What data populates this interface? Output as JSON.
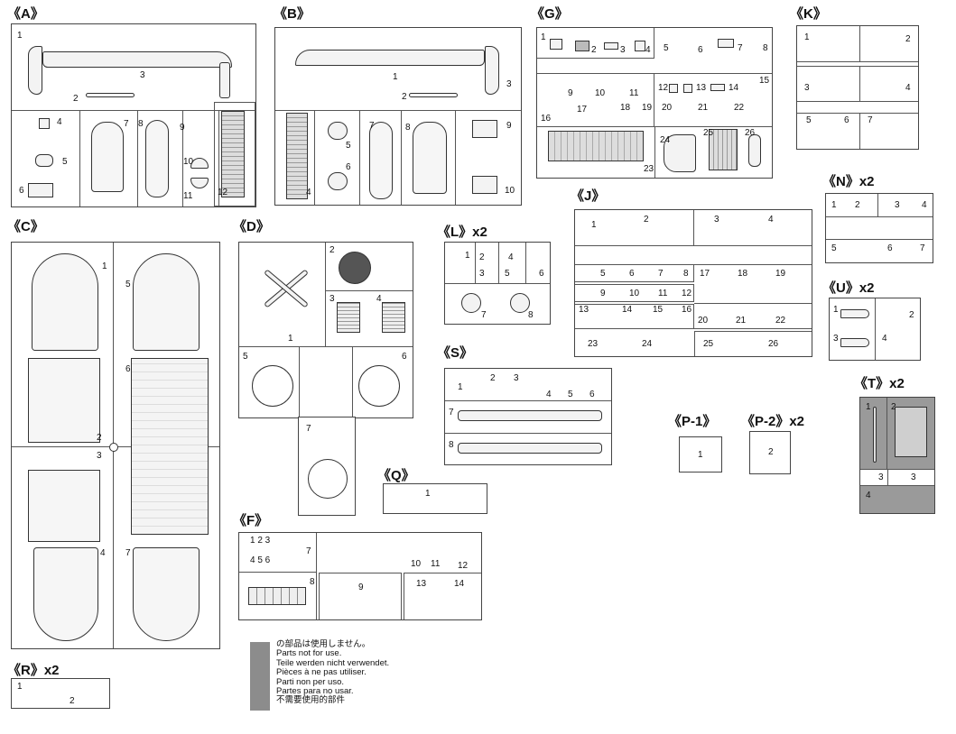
{
  "sprues": [
    {
      "id": "A",
      "label": "《A》",
      "numbers": [
        "1",
        "2",
        "3",
        "4",
        "5",
        "6",
        "7",
        "8",
        "9",
        "10",
        "11",
        "12"
      ]
    },
    {
      "id": "B",
      "label": "《B》",
      "numbers": [
        "1",
        "2",
        "3",
        "4",
        "5",
        "6",
        "7",
        "8",
        "9",
        "10"
      ]
    },
    {
      "id": "G",
      "label": "《G》",
      "numbers": [
        "1",
        "2",
        "3",
        "4",
        "5",
        "6",
        "7",
        "8",
        "9",
        "10",
        "11",
        "12",
        "13",
        "14",
        "15",
        "16",
        "17",
        "18",
        "19",
        "20",
        "21",
        "22",
        "23",
        "24",
        "25",
        "26"
      ]
    },
    {
      "id": "K",
      "label": "《K》",
      "numbers": [
        "1",
        "2",
        "3",
        "4",
        "5",
        "6",
        "7"
      ]
    },
    {
      "id": "C",
      "label": "《C》",
      "numbers": [
        "1",
        "2",
        "3",
        "4",
        "5",
        "6",
        "7"
      ]
    },
    {
      "id": "D",
      "label": "《D》",
      "numbers": [
        "1",
        "2",
        "3",
        "4",
        "5",
        "6",
        "7"
      ]
    },
    {
      "id": "L",
      "label": "《L》x2",
      "numbers": [
        "1",
        "2",
        "3",
        "4",
        "5",
        "6",
        "7",
        "8"
      ]
    },
    {
      "id": "J",
      "label": "《J》",
      "numbers": [
        "1",
        "2",
        "3",
        "4",
        "5",
        "6",
        "7",
        "8",
        "9",
        "10",
        "11",
        "12",
        "13",
        "14",
        "15",
        "16",
        "17",
        "18",
        "19",
        "20",
        "21",
        "22",
        "23",
        "24",
        "25",
        "26"
      ]
    },
    {
      "id": "N",
      "label": "《N》x2",
      "numbers": [
        "1",
        "2",
        "3",
        "4",
        "5",
        "6",
        "7"
      ]
    },
    {
      "id": "U",
      "label": "《U》x2",
      "numbers": [
        "1",
        "2",
        "3",
        "4"
      ]
    },
    {
      "id": "S",
      "label": "《S》",
      "numbers": [
        "1",
        "2",
        "3",
        "4",
        "5",
        "6",
        "7",
        "8"
      ]
    },
    {
      "id": "T",
      "label": "《T》x2",
      "numbers": [
        "1",
        "2",
        "3",
        "3",
        "4"
      ]
    },
    {
      "id": "P1",
      "label": "《P-1》",
      "numbers": [
        "1"
      ]
    },
    {
      "id": "P2",
      "label": "《P-2》x2",
      "numbers": [
        "2"
      ]
    },
    {
      "id": "Q",
      "label": "《Q》",
      "numbers": [
        "1"
      ]
    },
    {
      "id": "F",
      "label": "《F》",
      "numbers": [
        "1 2 3",
        "4 5 6",
        "7",
        "8",
        "9",
        "10",
        "11",
        "12",
        "13",
        "14"
      ]
    },
    {
      "id": "R",
      "label": "《R》x2",
      "numbers": [
        "1",
        "2"
      ]
    }
  ],
  "legend": {
    "lines": [
      "の部品は使用しません。",
      "Parts not for use.",
      "Teile werden nicht verwendet.",
      "Pièces à ne pas utiliser.",
      "Parti non per uso.",
      "Partes para no usar.",
      "不需要使用的部件"
    ],
    "swatch_color": "#8c8c8c"
  }
}
